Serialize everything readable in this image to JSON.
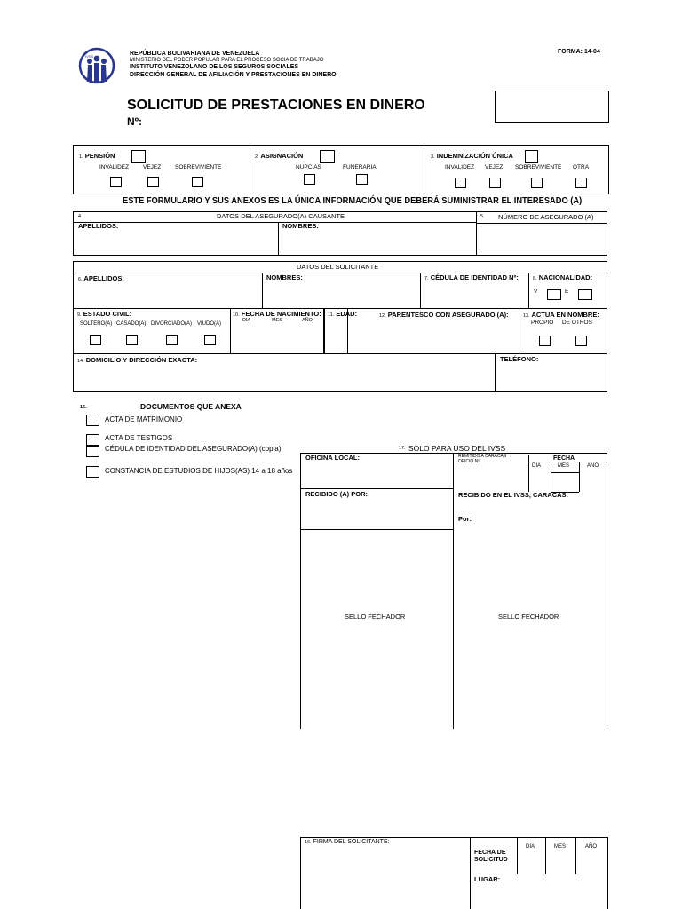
{
  "header": {
    "country": "REPÚBLICA BOLIVARIANA DE VENEZUELA",
    "ministry": "MINISTERIO DEL PODER POPULAR PARA EL PROCESO SOCIA DE TRABAJO",
    "institute": "INSTITUTO VENEZOLANO DE LOS SEGUROS SOCIALES",
    "direction": "DIRECCIÓN GENERAL DE AFILIACIÓN Y PRESTACIONES EN DINERO",
    "form_code": "FORMA: 14-04",
    "title": "SOLICITUD DE PRESTACIONES EN DINERO",
    "number_label": "Nº:",
    "logo_text": "IVSS"
  },
  "types": {
    "pension": {
      "num": "1.",
      "label": "PENSIÓN",
      "options": [
        "INVALIDEZ",
        "VEJEZ",
        "SOBREVIVIENTE"
      ]
    },
    "asignacion": {
      "num": "2.",
      "label": "ASIGNACIÓN",
      "options": [
        "NUPCIAS",
        "FUNERARIA"
      ]
    },
    "indemnizacion": {
      "num": "3.",
      "label": "INDEMNIZACIÓN ÚNICA",
      "options": [
        "INVALIDEZ",
        "VEJEZ",
        "SOBREVIVIENTE",
        "OTRA"
      ]
    }
  },
  "notice": "ESTE FORMULARIO Y SUS ANEXOS ES LA ÚNICA INFORMACIÓN QUE DEBERÁ SUMINISTRAR EL INTERESADO (A)",
  "insured": {
    "num": "4.",
    "title": "DATOS DEL ASEGURADO(A) CAUSANTE",
    "apellidos": "APELLIDOS:",
    "nombres": "NOMBRES:",
    "number_num": "5.",
    "number_label": "NÚMERO DE ASEGURADO (A)"
  },
  "applicant": {
    "title": "DATOS DEL SOLICITANTE",
    "apellidos_num": "6.",
    "apellidos": "APELLIDOS:",
    "nombres": "NOMBRES:",
    "cedula_num": "7.",
    "cedula": "CÉDULA DE IDENTIDAD Nº:",
    "nacionalidad_num": "8.",
    "nacionalidad": "NACIONALIDAD:",
    "nac_v": "V",
    "nac_e": "E",
    "estado_num": "9.",
    "estado_civil": "ESTADO CIVIL:",
    "estado_options": [
      "SOLTERO(A)",
      "CASADO(A)",
      "DIVORCIADO(A)",
      "VIUDO(A)"
    ],
    "fecha_num": "10.",
    "fecha_nac": "FECHA DE NACIMIENTO:",
    "fecha_parts": [
      "DIA",
      "MES",
      "AÑO"
    ],
    "edad_num": "11.",
    "edad": "EDAD:",
    "parentesco_num": "12.",
    "parentesco": "PARENTESCO CON ASEGURADO (A):",
    "actua_num": "13.",
    "actua": "ACTUA EN NOMBRE:",
    "actua_options": [
      "PROPIO",
      "DE OTROS"
    ],
    "domicilio_num": "14.",
    "domicilio": "DOMICILIO Y DIRECCIÓN EXACTA:",
    "telefono": "TELÉFONO:"
  },
  "documents": {
    "num": "15.",
    "title": "DOCUMENTOS QUE ANEXA",
    "items": [
      "ACTA DE MATRIMONIO",
      "ACTA DE TESTIGOS",
      "CÉDULA DE IDENTIDAD DEL ASEGURADO(A) (copia)",
      "CONSTANCIA DE ESTUDIOS DE HIJOS(AS) 14 a 18 años"
    ]
  },
  "office": {
    "num": "17.",
    "title": "SOLO PARA USO DEL IVSS",
    "oficina_local": "OFICINA LOCAL:",
    "remitido": "REMITIDO A CARACAS",
    "oficio": "OFICIO Nº",
    "fecha": "FECHA",
    "fecha_parts": [
      "DIA",
      "MES",
      "AÑO"
    ],
    "recibido_por": "RECIBIDO (A) POR:",
    "recibido_ivss": "RECIBIDO EN EL IVSS, CARACAS:",
    "por": "Por:",
    "sello_left": "SELLO FECHADOR",
    "sello_right": "SELLO FECHADOR"
  },
  "signature": {
    "num": "16.",
    "label": "FIRMA DEL SOLICITANTE:",
    "fecha_solicitud": "FECHA DE SOLICITUD",
    "parts": [
      "DIA",
      "MES",
      "AÑO"
    ],
    "lugar": "LUGAR:"
  }
}
